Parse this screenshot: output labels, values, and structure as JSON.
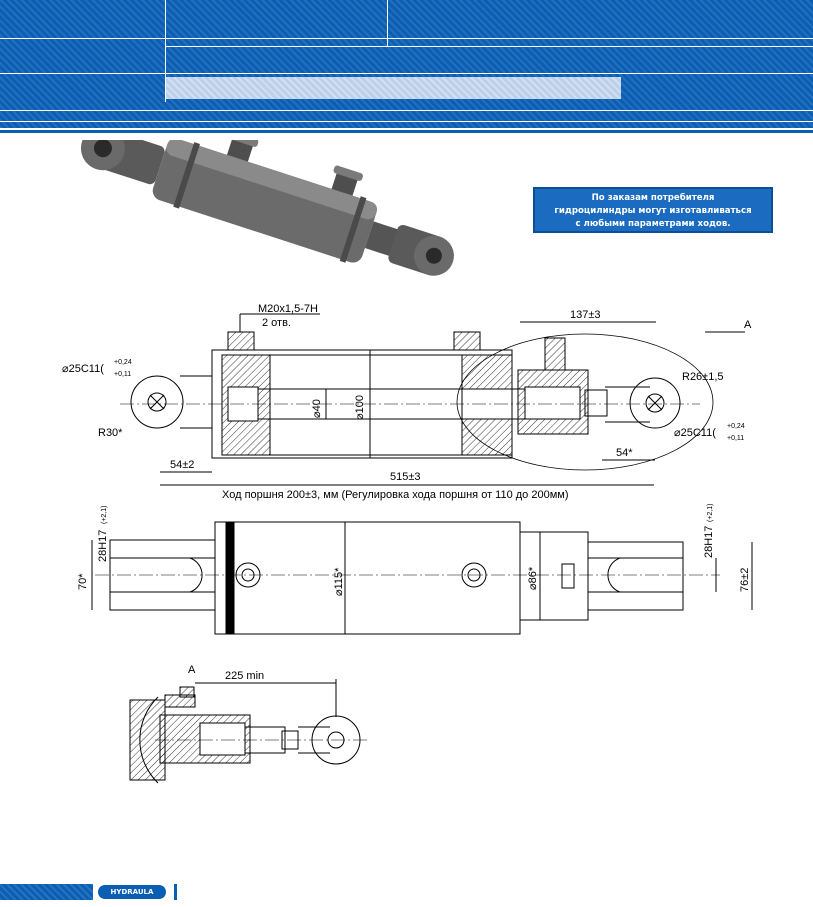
{
  "notice": {
    "line1": "По заказам потребителя",
    "line2": "гидроцилиндры могут изготавливаться",
    "line3": "с любыми параметрами ходов."
  },
  "drawing1": {
    "thread_label": "M20x1,5-7H",
    "thread_count": "2 отв.",
    "dim_137": "137±3",
    "view_a": "A",
    "bore_left": "⌀25C11(",
    "tol_upper": "+0,24",
    "tol_lower": "+0,11",
    "bore_right": "⌀25C11(",
    "radius_r26": "R26±1,5",
    "radius_r30": "R30*",
    "dim_rod": "⌀40",
    "dim_body": "⌀100",
    "dim_54a": "54±2",
    "dim_54b": "54*",
    "dim_515": "515±3",
    "stroke_note": "Ход поршня 200±3, мм (Регулировка хода поршня от 110 до 200мм)"
  },
  "drawing2": {
    "dim_70": "70*",
    "dim_28_left": "28H17",
    "tol_left": "(+2,1)",
    "dim_115": "⌀115*",
    "dim_86": "⌀86*",
    "dim_28_right": "28H17",
    "tol_right": "(+2,1)",
    "dim_76": "76±2"
  },
  "detail": {
    "view_a": "A",
    "dim_225": "225 min"
  },
  "footer": {
    "logo_text": "HYDRAULA"
  }
}
